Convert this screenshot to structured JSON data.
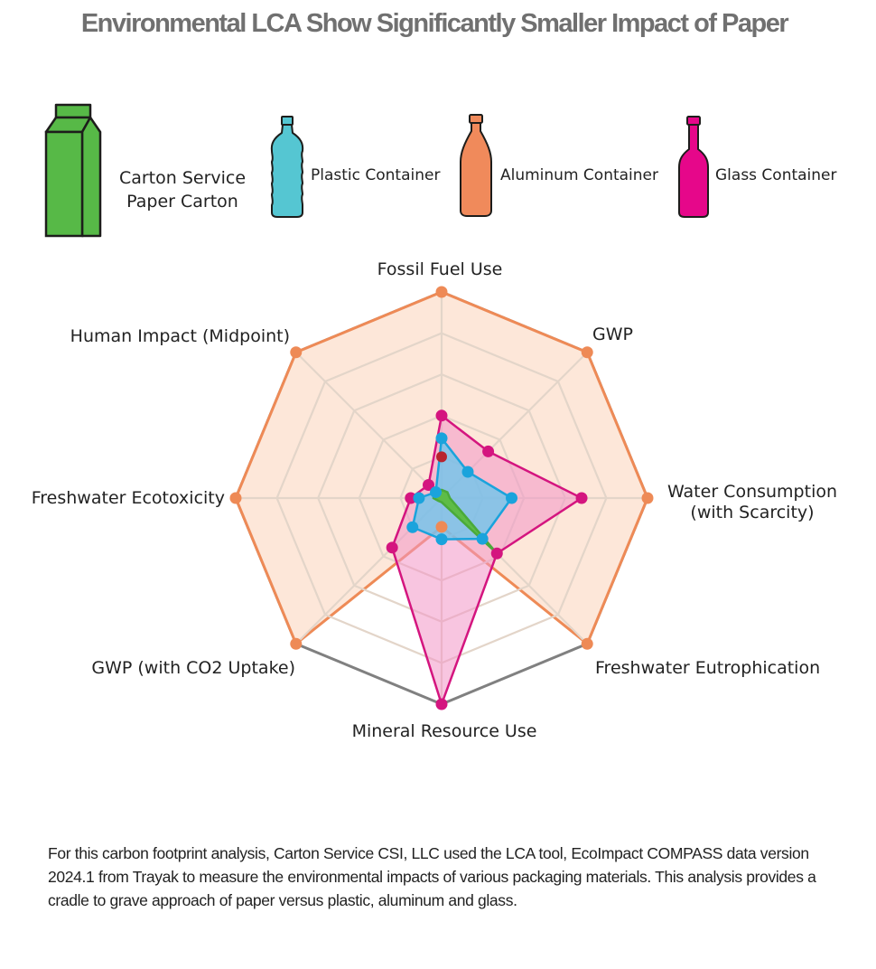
{
  "title": "Environmental LCA Show Significantly Smaller Impact of Paper",
  "legend": [
    {
      "name": "Carton Service Paper Carton",
      "lines": [
        "Carton Service",
        "Paper Carton"
      ],
      "icon": "paper-carton-icon",
      "color": "#57b947"
    },
    {
      "name": "Plastic Container",
      "lines": [
        "Plastic Container"
      ],
      "icon": "plastic-bottle-icon",
      "color": "#55c6d2"
    },
    {
      "name": "Aluminum Container",
      "lines": [
        "Aluminum Container"
      ],
      "icon": "aluminum-bottle-icon",
      "color": "#f08a5b"
    },
    {
      "name": "Glass Container",
      "lines": [
        "Glass Container"
      ],
      "icon": "glass-bottle-icon",
      "color": "#e6078a"
    }
  ],
  "chart_data": {
    "type": "radar",
    "title": "Environmental LCA Show Significantly Smaller Impact of Paper",
    "axes": [
      {
        "label": "Fossil Fuel Use",
        "lines": [
          "Fossil Fuel Use"
        ]
      },
      {
        "label": "GWP",
        "lines": [
          "GWP"
        ]
      },
      {
        "label": "Water Consumption (with Scarcity)",
        "lines": [
          "Water Consumption",
          "(with Scarcity)"
        ]
      },
      {
        "label": "Freshwater Eutrophication",
        "lines": [
          "Freshwater Eutrophication"
        ]
      },
      {
        "label": "Mineral Resource Use",
        "lines": [
          "Mineral Resource Use"
        ]
      },
      {
        "label": "GWP (with CO2 Uptake)",
        "lines": [
          "GWP (with CO2 Uptake)"
        ]
      },
      {
        "label": "Freshwater Ecotoxicity",
        "lines": [
          "Freshwater Ecotoxicity"
        ]
      },
      {
        "label": "Human Impact (Midpoint)",
        "lines": [
          "Human Impact (Midpoint)"
        ]
      }
    ],
    "rmax": 5,
    "grid_rings": 5,
    "series": [
      {
        "name": "Aluminum Container",
        "color": "#ee8a56",
        "fill": "#fde3d2",
        "fill_opacity": 0.85,
        "markers": true,
        "values": [
          5,
          5,
          5,
          5,
          0.7,
          5,
          5,
          5
        ]
      },
      {
        "name": "Glass Container",
        "color": "#d4157f",
        "fill": "#f396c6",
        "fill_opacity": 0.55,
        "markers": true,
        "values": [
          2.0,
          1.6,
          3.4,
          1.9,
          5,
          1.7,
          0.75,
          0.45
        ]
      },
      {
        "name": "Plastic Container",
        "color": "#1aa3dc",
        "fill": "#67c6ee",
        "fill_opacity": 0.75,
        "markers": true,
        "values": [
          1.45,
          0.9,
          1.7,
          1.4,
          1.0,
          1.0,
          0.55,
          0.2
        ]
      },
      {
        "name": "Carton Service Paper Carton",
        "color": "#4aaa3a",
        "fill": "#5cbc3e",
        "fill_opacity": 0.95,
        "markers": false,
        "values": [
          0.2,
          0.2,
          0.2,
          1.9,
          0.1,
          0.1,
          0.2,
          0.1
        ]
      }
    ],
    "extra_points": [
      {
        "series": "Glass Container",
        "axis": "Fossil Fuel Use",
        "value": 1.0,
        "color": "#b8232e"
      }
    ]
  },
  "footnote": "For this carbon footprint analysis, Carton Service CSI, LLC used the LCA tool, EcoImpact COMPASS data version 2024.1 from Trayak to measure the environmental impacts of various packaging materials. This analysis provides a cradle to grave approach of paper versus plastic, aluminum and glass."
}
